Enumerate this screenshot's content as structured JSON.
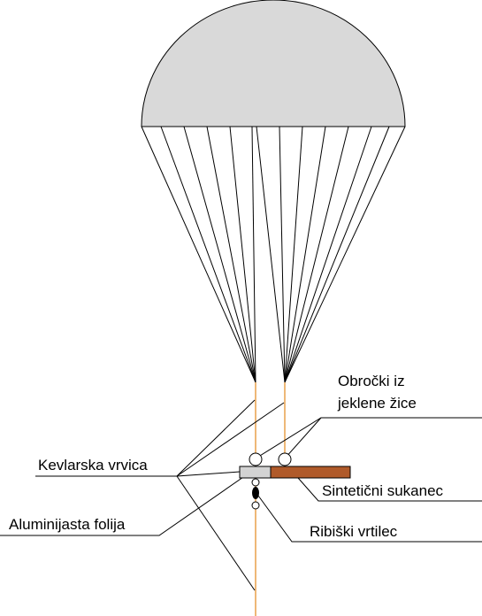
{
  "diagram": {
    "labels": {
      "rings": [
        "Obročki iz",
        "jeklene žice"
      ],
      "kevlar": "Kevlarska vrvica",
      "synthetic": "Sintetični sukanec",
      "aluminum": "Aluminijasta folija",
      "swivel": "Ribiški vrtilec"
    },
    "colors": {
      "canopy_fill": "#d9d9d9",
      "line": "#000000",
      "kevlar_line": "#e8a04a",
      "synthetic_fill": "#b05a2a",
      "foil_fill": "#d3d3d3",
      "background": "#ffffff"
    }
  }
}
